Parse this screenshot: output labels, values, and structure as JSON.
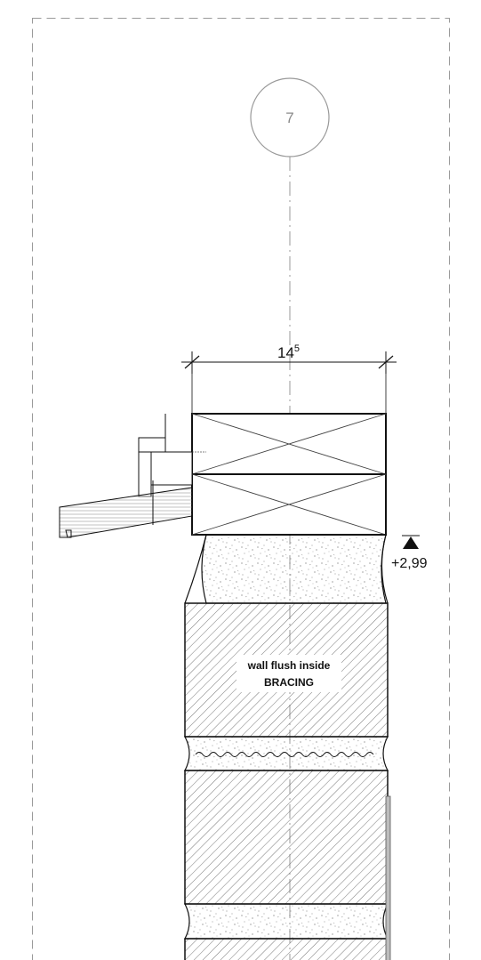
{
  "grid_marker": {
    "label": "7"
  },
  "dimension": {
    "value": "14",
    "superscript": "5"
  },
  "level_mark": {
    "text": "+2,99"
  },
  "note": {
    "line1": "wall flush inside",
    "line2": "BRACING"
  },
  "colors": {
    "line": "#111111",
    "grid": "#999999",
    "frame": "#9a9a9a"
  }
}
